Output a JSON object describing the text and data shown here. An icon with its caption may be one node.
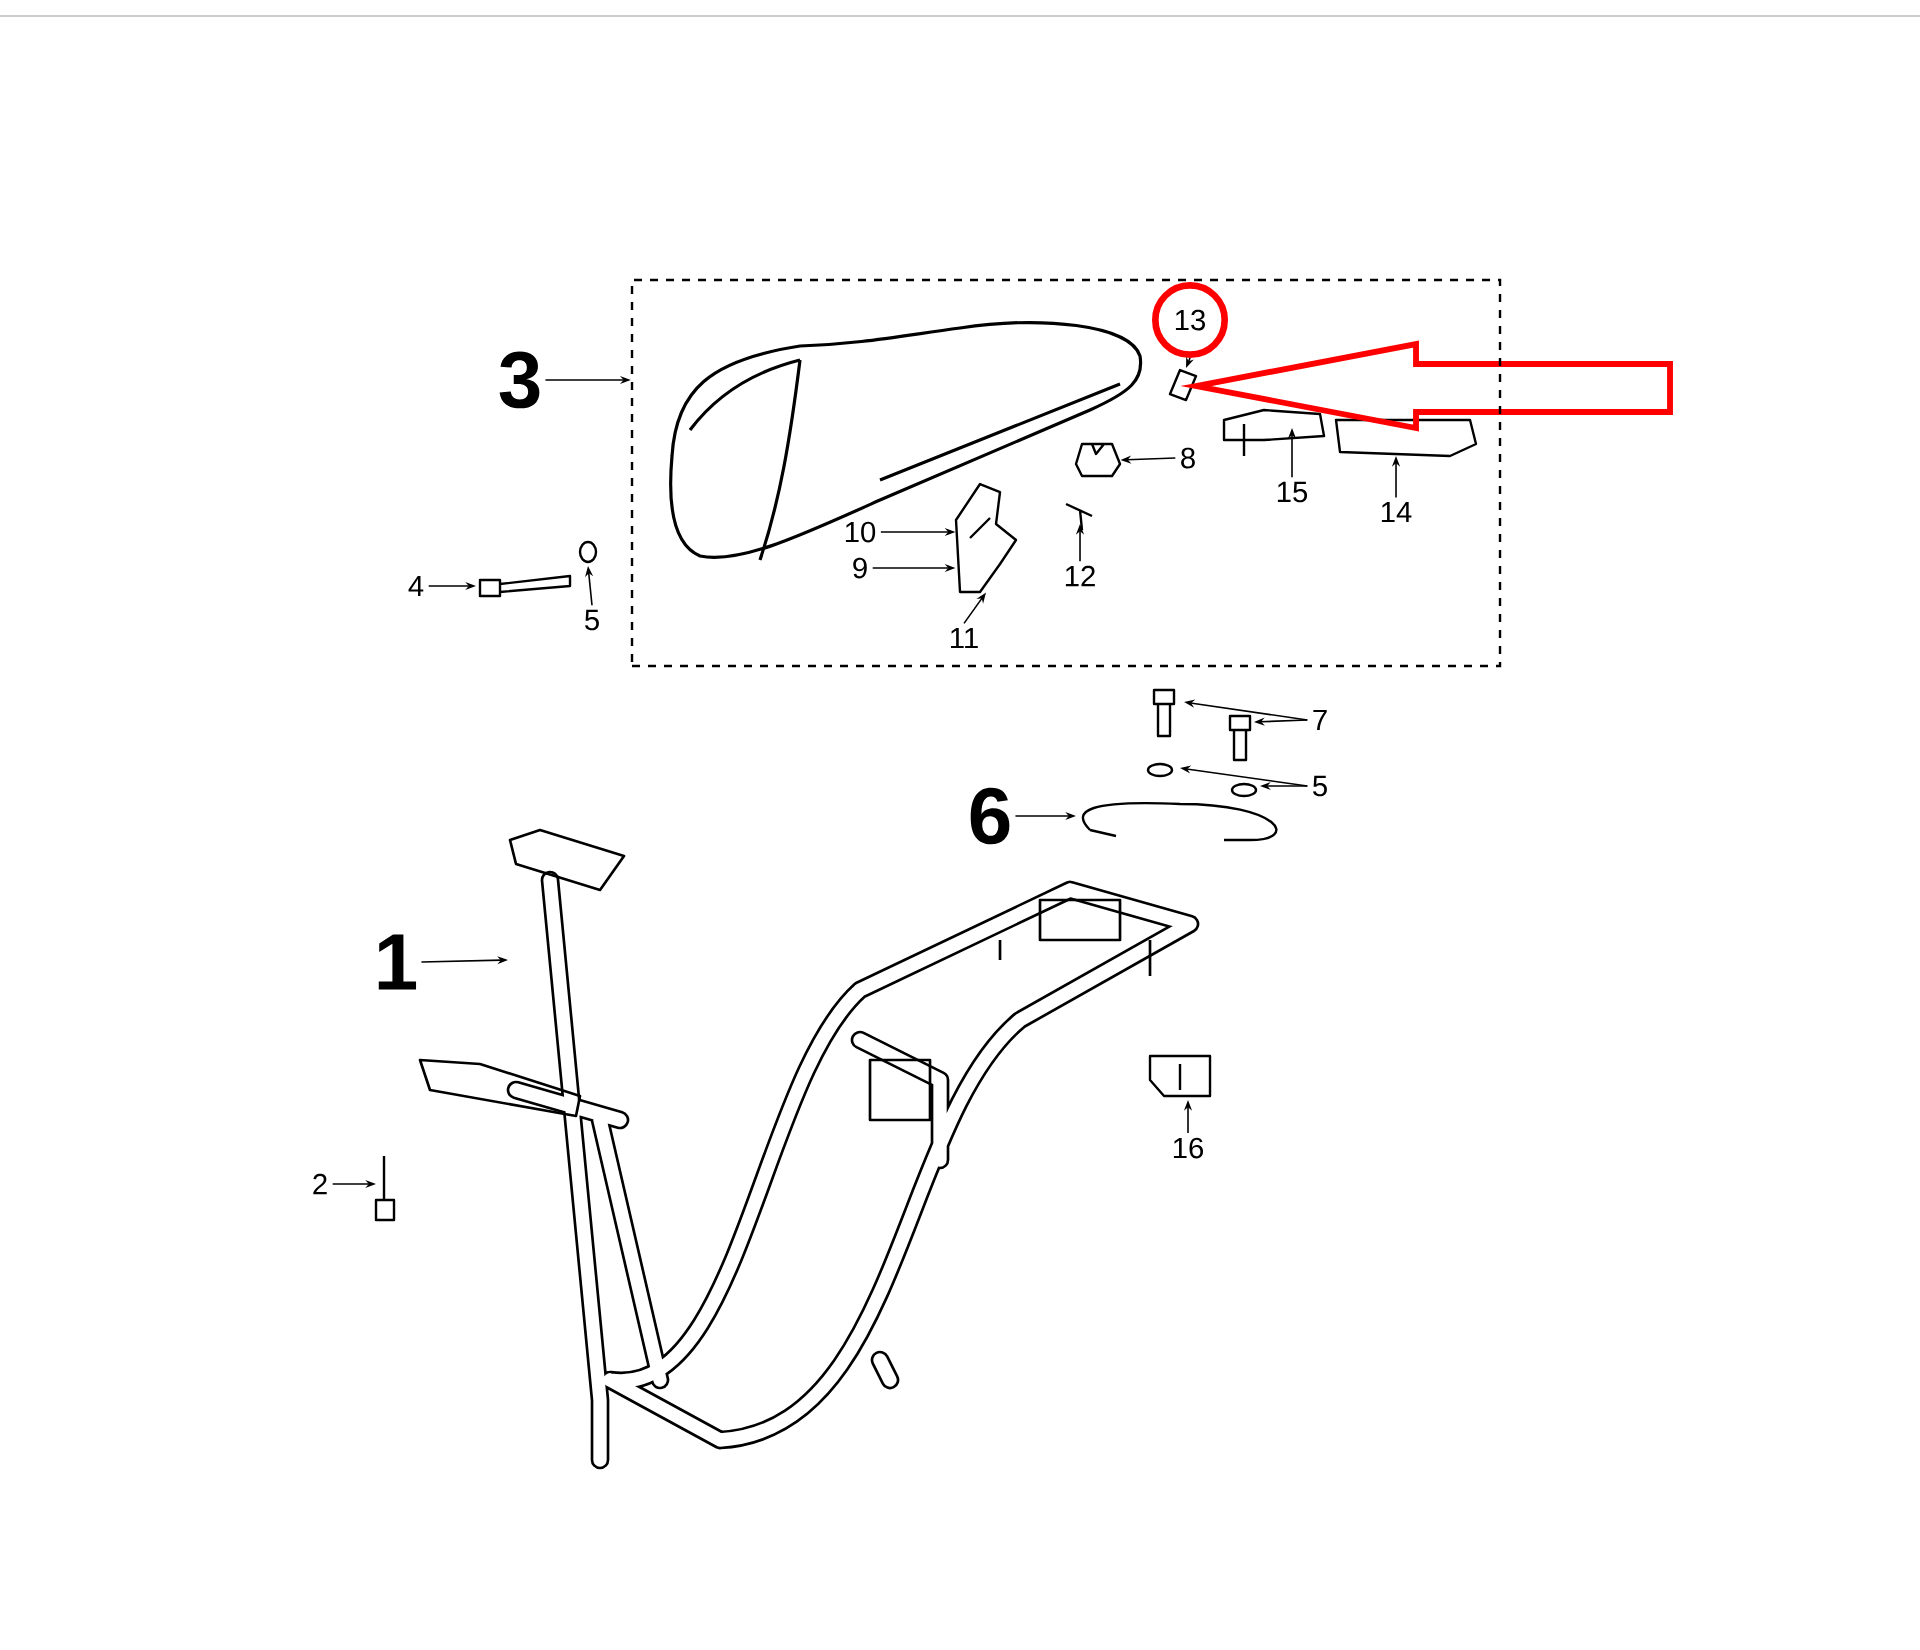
{
  "diagram": {
    "nodes": [
      {
        "text": [],
        "shape": "box"
      },
      {
        "text": [
          "3"
        ]
      },
      {
        "text": [
          "13"
        ],
        "in": 0
      },
      {
        "text": [
          "8"
        ],
        "in": 0
      },
      {
        "text": [
          "15"
        ],
        "in": 0
      },
      {
        "text": [
          "14"
        ],
        "in": 0
      },
      {
        "text": [
          "10"
        ],
        "in": 0
      },
      {
        "text": [
          "9"
        ],
        "in": 0
      },
      {
        "text": [
          "12"
        ],
        "in": 0
      },
      {
        "text": [
          "11"
        ],
        "in": 0
      },
      {
        "text": [
          "4"
        ]
      },
      {
        "text": [
          "5"
        ]
      },
      {
        "text": [
          "7"
        ]
      },
      {
        "text": [
          "6"
        ]
      },
      {
        "text": [
          "5"
        ]
      },
      {
        "text": [
          "1"
        ]
      },
      {
        "text": [
          "2"
        ]
      },
      {
        "text": [
          "16"
        ]
      },
      {
        "text": [],
        "shape": "picture",
        "in": 0
      },
      {
        "text": [],
        "shape": "picture",
        "in": 0
      }
    ],
    "edges": [
      {
        "from": 1,
        "to": 0,
        "arrow": "to"
      },
      {
        "from": 2,
        "to": null,
        "arrow": "to"
      },
      {
        "from": 3,
        "to": 18,
        "arrow": "to"
      },
      {
        "from": 4,
        "to": null,
        "arrow": "to"
      },
      {
        "from": 5,
        "to": null,
        "arrow": "to"
      },
      {
        "from": 6,
        "to": 19,
        "arrow": "to"
      },
      {
        "from": 7,
        "to": 19,
        "arrow": "to"
      },
      {
        "from": 8,
        "to": null,
        "arrow": "to"
      },
      {
        "from": 9,
        "to": 19,
        "arrow": "to"
      },
      {
        "from": 10,
        "to": null,
        "arrow": "to"
      },
      {
        "from": 11,
        "to": null,
        "arrow": "to"
      },
      {
        "from": 12,
        "to": null,
        "arrow": "to"
      },
      {
        "from": 12,
        "to": null,
        "arrow": "to"
      },
      {
        "from": 14,
        "to": null,
        "arrow": "to"
      },
      {
        "from": 14,
        "to": null,
        "arrow": "to"
      },
      {
        "from": 13,
        "to": null,
        "arrow": "to"
      },
      {
        "from": 15,
        "to": null,
        "arrow": "to"
      },
      {
        "from": 16,
        "to": null,
        "arrow": "to"
      },
      {
        "from": 17,
        "to": null,
        "arrow": "to"
      }
    ]
  }
}
